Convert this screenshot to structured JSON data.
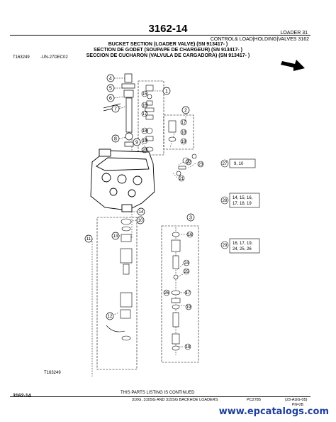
{
  "header": {
    "page_number": "3162-14",
    "section": "LOADER     31",
    "category": "CONTROL& LOAD|HOLDING|VALVES 3162"
  },
  "title": {
    "line1": "BUCKET SECTION (LOADER VALVE) (SN 913417-       )",
    "line2": "SECTION DE GODET (SOUPAPE DE CHARGEUR) (SN 913417-       )",
    "line3": "SECCION DE CUCHARON (VALVULA DE CARGADORA) (SN 913417-       )"
  },
  "figure": {
    "id": "T163249",
    "date": "-UN-27DEC02",
    "id_bottom": "T163249"
  },
  "callouts": {
    "c1": "1",
    "c2": "2",
    "c3": "3",
    "c4": "4",
    "c5": "5",
    "c6": "6",
    "c7": "7",
    "c8": "8",
    "c9": "9",
    "c10": "10",
    "c11": "11",
    "c12": "12",
    "c13": "13",
    "c14": "14",
    "c15": "15",
    "c16": "16",
    "c17": "17",
    "c18": "18",
    "c19": "19",
    "c20": "20",
    "c21": "21",
    "c22": "22",
    "c23": "23",
    "c24": "24",
    "c25": "25",
    "c26": "26",
    "c27": "27",
    "c28": "28",
    "c29": "29"
  },
  "refs": {
    "r27": "9, 10",
    "r28a": "14, 15, 16,",
    "r28b": "17, 18, 19",
    "r29a": "16, 17, 19,",
    "r29b": "24, 25, 26"
  },
  "footer": {
    "page_number": "3162-14",
    "continued": "THIS PARTS LISTING IS CONTINUED",
    "models": "310G, 310SG AND 315SG BACKHOE LOADERS",
    "catalog": "PC2785",
    "date": "(23-AUG-05)",
    "code": "PN=2B"
  },
  "watermark": "www.epcatalogs.com",
  "icons": {
    "direction": "arrow-icon"
  }
}
